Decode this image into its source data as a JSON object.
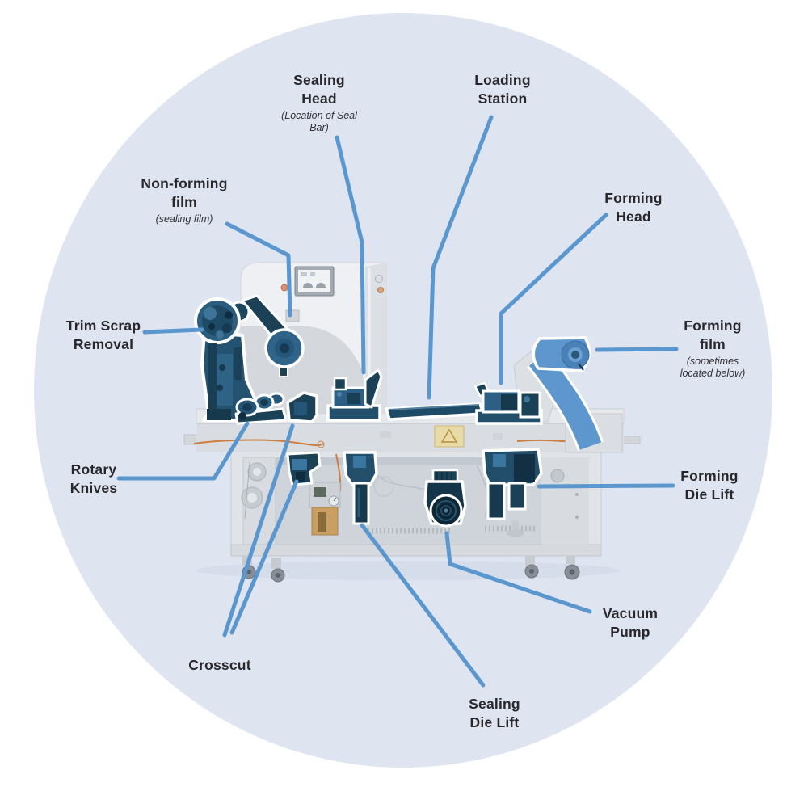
{
  "colors": {
    "background": "#ffffff",
    "circle": "#dfe4f1",
    "leader_line": "#5b97cf",
    "label_text": "#28282c",
    "highlight_navy": "#24536f",
    "highlight_blue": "#5e97cd",
    "machine_gray": "#d9dce1"
  },
  "labels": {
    "sealing_head": {
      "title": "Sealing Head",
      "subtitle": "(Location of Seal Bar)"
    },
    "loading_station": {
      "title": "Loading Station"
    },
    "non_forming_film": {
      "title": "Non-forming film",
      "subtitle": "(sealing film)"
    },
    "forming_head": {
      "title": "Forming Head"
    },
    "trim_scrap_removal": {
      "title": "Trim Scrap Removal"
    },
    "forming_film": {
      "title": "Forming film",
      "subtitle": "(sometimes located below)"
    },
    "rotary_knives": {
      "title": "Rotary Knives"
    },
    "forming_die_lift": {
      "title": "Forming Die Lift"
    },
    "crosscut": {
      "title": "Crosscut"
    },
    "vacuum_pump": {
      "title": "Vacuum Pump"
    },
    "sealing_die_lift": {
      "title": "Sealing Die Lift"
    }
  }
}
